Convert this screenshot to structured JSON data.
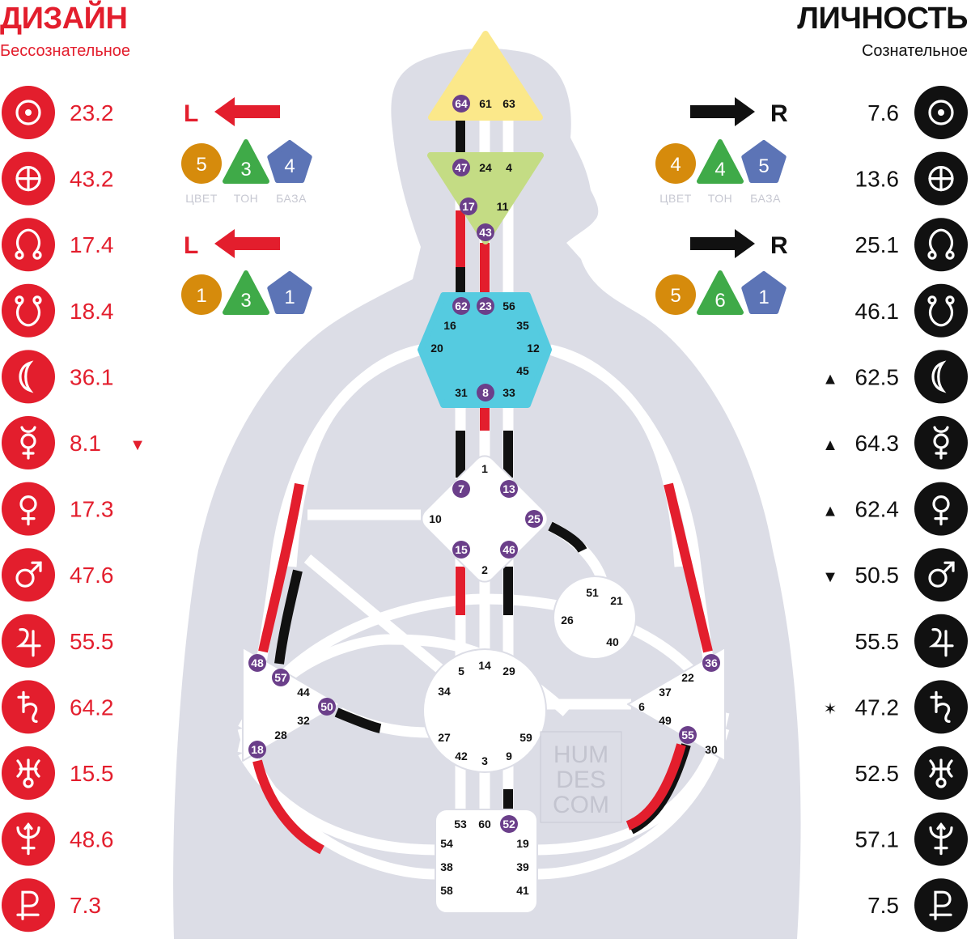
{
  "design": {
    "title": "ДИЗАЙН",
    "subtitle": "Бессознательное",
    "color": "#e31e2d",
    "planets": [
      {
        "symbol": "☉",
        "value": "23.2",
        "mark": ""
      },
      {
        "symbol": "⊕",
        "value": "43.2",
        "mark": ""
      },
      {
        "symbol": "☊",
        "value": "17.4",
        "mark": ""
      },
      {
        "symbol": "☋",
        "value": "18.4",
        "mark": ""
      },
      {
        "symbol": "☽",
        "value": "36.1",
        "mark": ""
      },
      {
        "symbol": "☿",
        "value": "8.1",
        "mark": "▼"
      },
      {
        "symbol": "♀",
        "value": "17.3",
        "mark": ""
      },
      {
        "symbol": "♂",
        "value": "47.6",
        "mark": ""
      },
      {
        "symbol": "♃",
        "value": "55.5",
        "mark": ""
      },
      {
        "symbol": "♄",
        "value": "64.2",
        "mark": ""
      },
      {
        "symbol": "♅",
        "value": "15.5",
        "mark": ""
      },
      {
        "symbol": "♆",
        "value": "48.6",
        "mark": ""
      },
      {
        "symbol": "♇",
        "value": "7.3",
        "mark": ""
      }
    ],
    "arrows": [
      {
        "letter": "L",
        "shapes": [
          "5",
          "3",
          "4"
        ]
      },
      {
        "letter": "L",
        "shapes": [
          "1",
          "3",
          "1"
        ]
      }
    ]
  },
  "personality": {
    "title": "ЛИЧНОСТЬ",
    "subtitle": "Сознательное",
    "color": "#111111",
    "planets": [
      {
        "symbol": "☉",
        "value": "7.6",
        "mark": ""
      },
      {
        "symbol": "⊕",
        "value": "13.6",
        "mark": ""
      },
      {
        "symbol": "☊",
        "value": "25.1",
        "mark": ""
      },
      {
        "symbol": "☋",
        "value": "46.1",
        "mark": ""
      },
      {
        "symbol": "☽",
        "value": "62.5",
        "mark": "▲"
      },
      {
        "symbol": "☿",
        "value": "64.3",
        "mark": "▲"
      },
      {
        "symbol": "♀",
        "value": "62.4",
        "mark": "▲"
      },
      {
        "symbol": "♂",
        "value": "50.5",
        "mark": "▼"
      },
      {
        "symbol": "♃",
        "value": "55.5",
        "mark": ""
      },
      {
        "symbol": "♄",
        "value": "47.2",
        "mark": "✶"
      },
      {
        "symbol": "♅",
        "value": "52.5",
        "mark": ""
      },
      {
        "symbol": "♆",
        "value": "57.1",
        "mark": ""
      },
      {
        "symbol": "♇",
        "value": "7.5",
        "mark": ""
      }
    ],
    "arrows": [
      {
        "letter": "R",
        "shapes": [
          "4",
          "4",
          "5"
        ]
      },
      {
        "letter": "R",
        "shapes": [
          "5",
          "6",
          "1"
        ]
      }
    ]
  },
  "variable_labels": [
    "ЦВЕТ",
    "ТОН",
    "БАЗА"
  ],
  "variable_colors": {
    "circle": "#d68b0c",
    "triangle": "#3faa48",
    "pentagon": "#5c74b6"
  },
  "center_colors": {
    "head": "#fbe88a",
    "ajna": "#c4dc84",
    "throat": "#55cbe0",
    "body": "#dcdde6",
    "activated_gate": "#6b3f8a"
  },
  "watermark": [
    "HUM",
    "DES",
    "COM"
  ],
  "centers": [
    {
      "name": "head",
      "gates": [
        {
          "g": "64",
          "a": true
        },
        {
          "g": "61",
          "a": false
        },
        {
          "g": "63",
          "a": false
        }
      ]
    },
    {
      "name": "ajna",
      "gates": [
        {
          "g": "47",
          "a": true
        },
        {
          "g": "24",
          "a": false
        },
        {
          "g": "4",
          "a": false
        },
        {
          "g": "17",
          "a": true
        },
        {
          "g": "11",
          "a": false
        },
        {
          "g": "43",
          "a": true
        }
      ]
    },
    {
      "name": "throat",
      "gates": [
        {
          "g": "62",
          "a": true
        },
        {
          "g": "23",
          "a": true
        },
        {
          "g": "56",
          "a": false
        },
        {
          "g": "16",
          "a": false
        },
        {
          "g": "35",
          "a": false
        },
        {
          "g": "20",
          "a": false
        },
        {
          "g": "12",
          "a": false
        },
        {
          "g": "45",
          "a": false
        },
        {
          "g": "31",
          "a": false
        },
        {
          "g": "8",
          "a": true
        },
        {
          "g": "33",
          "a": false
        }
      ]
    },
    {
      "name": "g",
      "gates": [
        {
          "g": "1",
          "a": false
        },
        {
          "g": "7",
          "a": true
        },
        {
          "g": "13",
          "a": true
        },
        {
          "g": "25",
          "a": true
        },
        {
          "g": "10",
          "a": false
        },
        {
          "g": "15",
          "a": true
        },
        {
          "g": "46",
          "a": true
        },
        {
          "g": "2",
          "a": false
        }
      ]
    },
    {
      "name": "ego",
      "gates": [
        {
          "g": "51",
          "a": false
        },
        {
          "g": "21",
          "a": false
        },
        {
          "g": "26",
          "a": false
        },
        {
          "g": "40",
          "a": false
        }
      ]
    },
    {
      "name": "spleen",
      "gates": [
        {
          "g": "48",
          "a": true
        },
        {
          "g": "57",
          "a": true
        },
        {
          "g": "44",
          "a": false
        },
        {
          "g": "50",
          "a": true
        },
        {
          "g": "32",
          "a": false
        },
        {
          "g": "28",
          "a": false
        },
        {
          "g": "18",
          "a": true
        }
      ]
    },
    {
      "name": "solar-plexus",
      "gates": [
        {
          "g": "36",
          "a": true
        },
        {
          "g": "22",
          "a": false
        },
        {
          "g": "37",
          "a": false
        },
        {
          "g": "6",
          "a": false
        },
        {
          "g": "49",
          "a": false
        },
        {
          "g": "55",
          "a": true
        },
        {
          "g": "30",
          "a": false
        }
      ]
    },
    {
      "name": "sacral",
      "gates": [
        {
          "g": "5",
          "a": false
        },
        {
          "g": "14",
          "a": false
        },
        {
          "g": "29",
          "a": false
        },
        {
          "g": "34",
          "a": false
        },
        {
          "g": "27",
          "a": false
        },
        {
          "g": "59",
          "a": false
        },
        {
          "g": "42",
          "a": false
        },
        {
          "g": "3",
          "a": false
        },
        {
          "g": "9",
          "a": false
        }
      ]
    },
    {
      "name": "root",
      "gates": [
        {
          "g": "53",
          "a": false
        },
        {
          "g": "60",
          "a": false
        },
        {
          "g": "52",
          "a": true
        },
        {
          "g": "54",
          "a": false
        },
        {
          "g": "19",
          "a": false
        },
        {
          "g": "38",
          "a": false
        },
        {
          "g": "39",
          "a": false
        },
        {
          "g": "58",
          "a": false
        },
        {
          "g": "41",
          "a": false
        }
      ]
    }
  ]
}
